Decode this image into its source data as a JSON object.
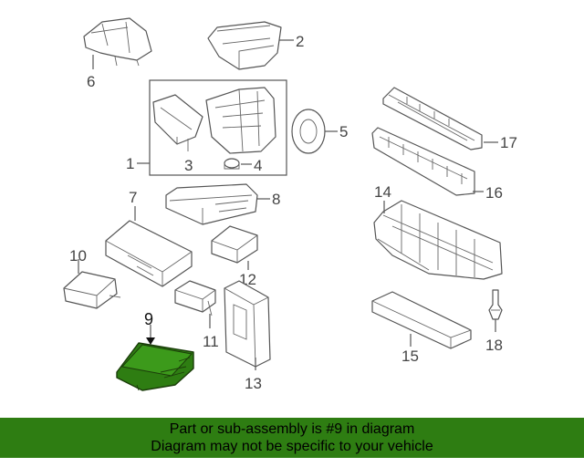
{
  "labels": {
    "p1": "1",
    "p2": "2",
    "p3": "3",
    "p4": "4",
    "p5": "5",
    "p6": "6",
    "p7": "7",
    "p8": "8",
    "p9": "9",
    "p10": "10",
    "p11": "11",
    "p12": "12",
    "p13": "13",
    "p14": "14",
    "p15": "15",
    "p16": "16",
    "p17": "17",
    "p18": "18"
  },
  "banner": {
    "line1": "Part or sub-assembly is #9 in diagram",
    "line2": "Diagram may not be specific to your vehicle"
  },
  "colors": {
    "highlight": "#2e7d12",
    "banner": "#2e7d12"
  }
}
